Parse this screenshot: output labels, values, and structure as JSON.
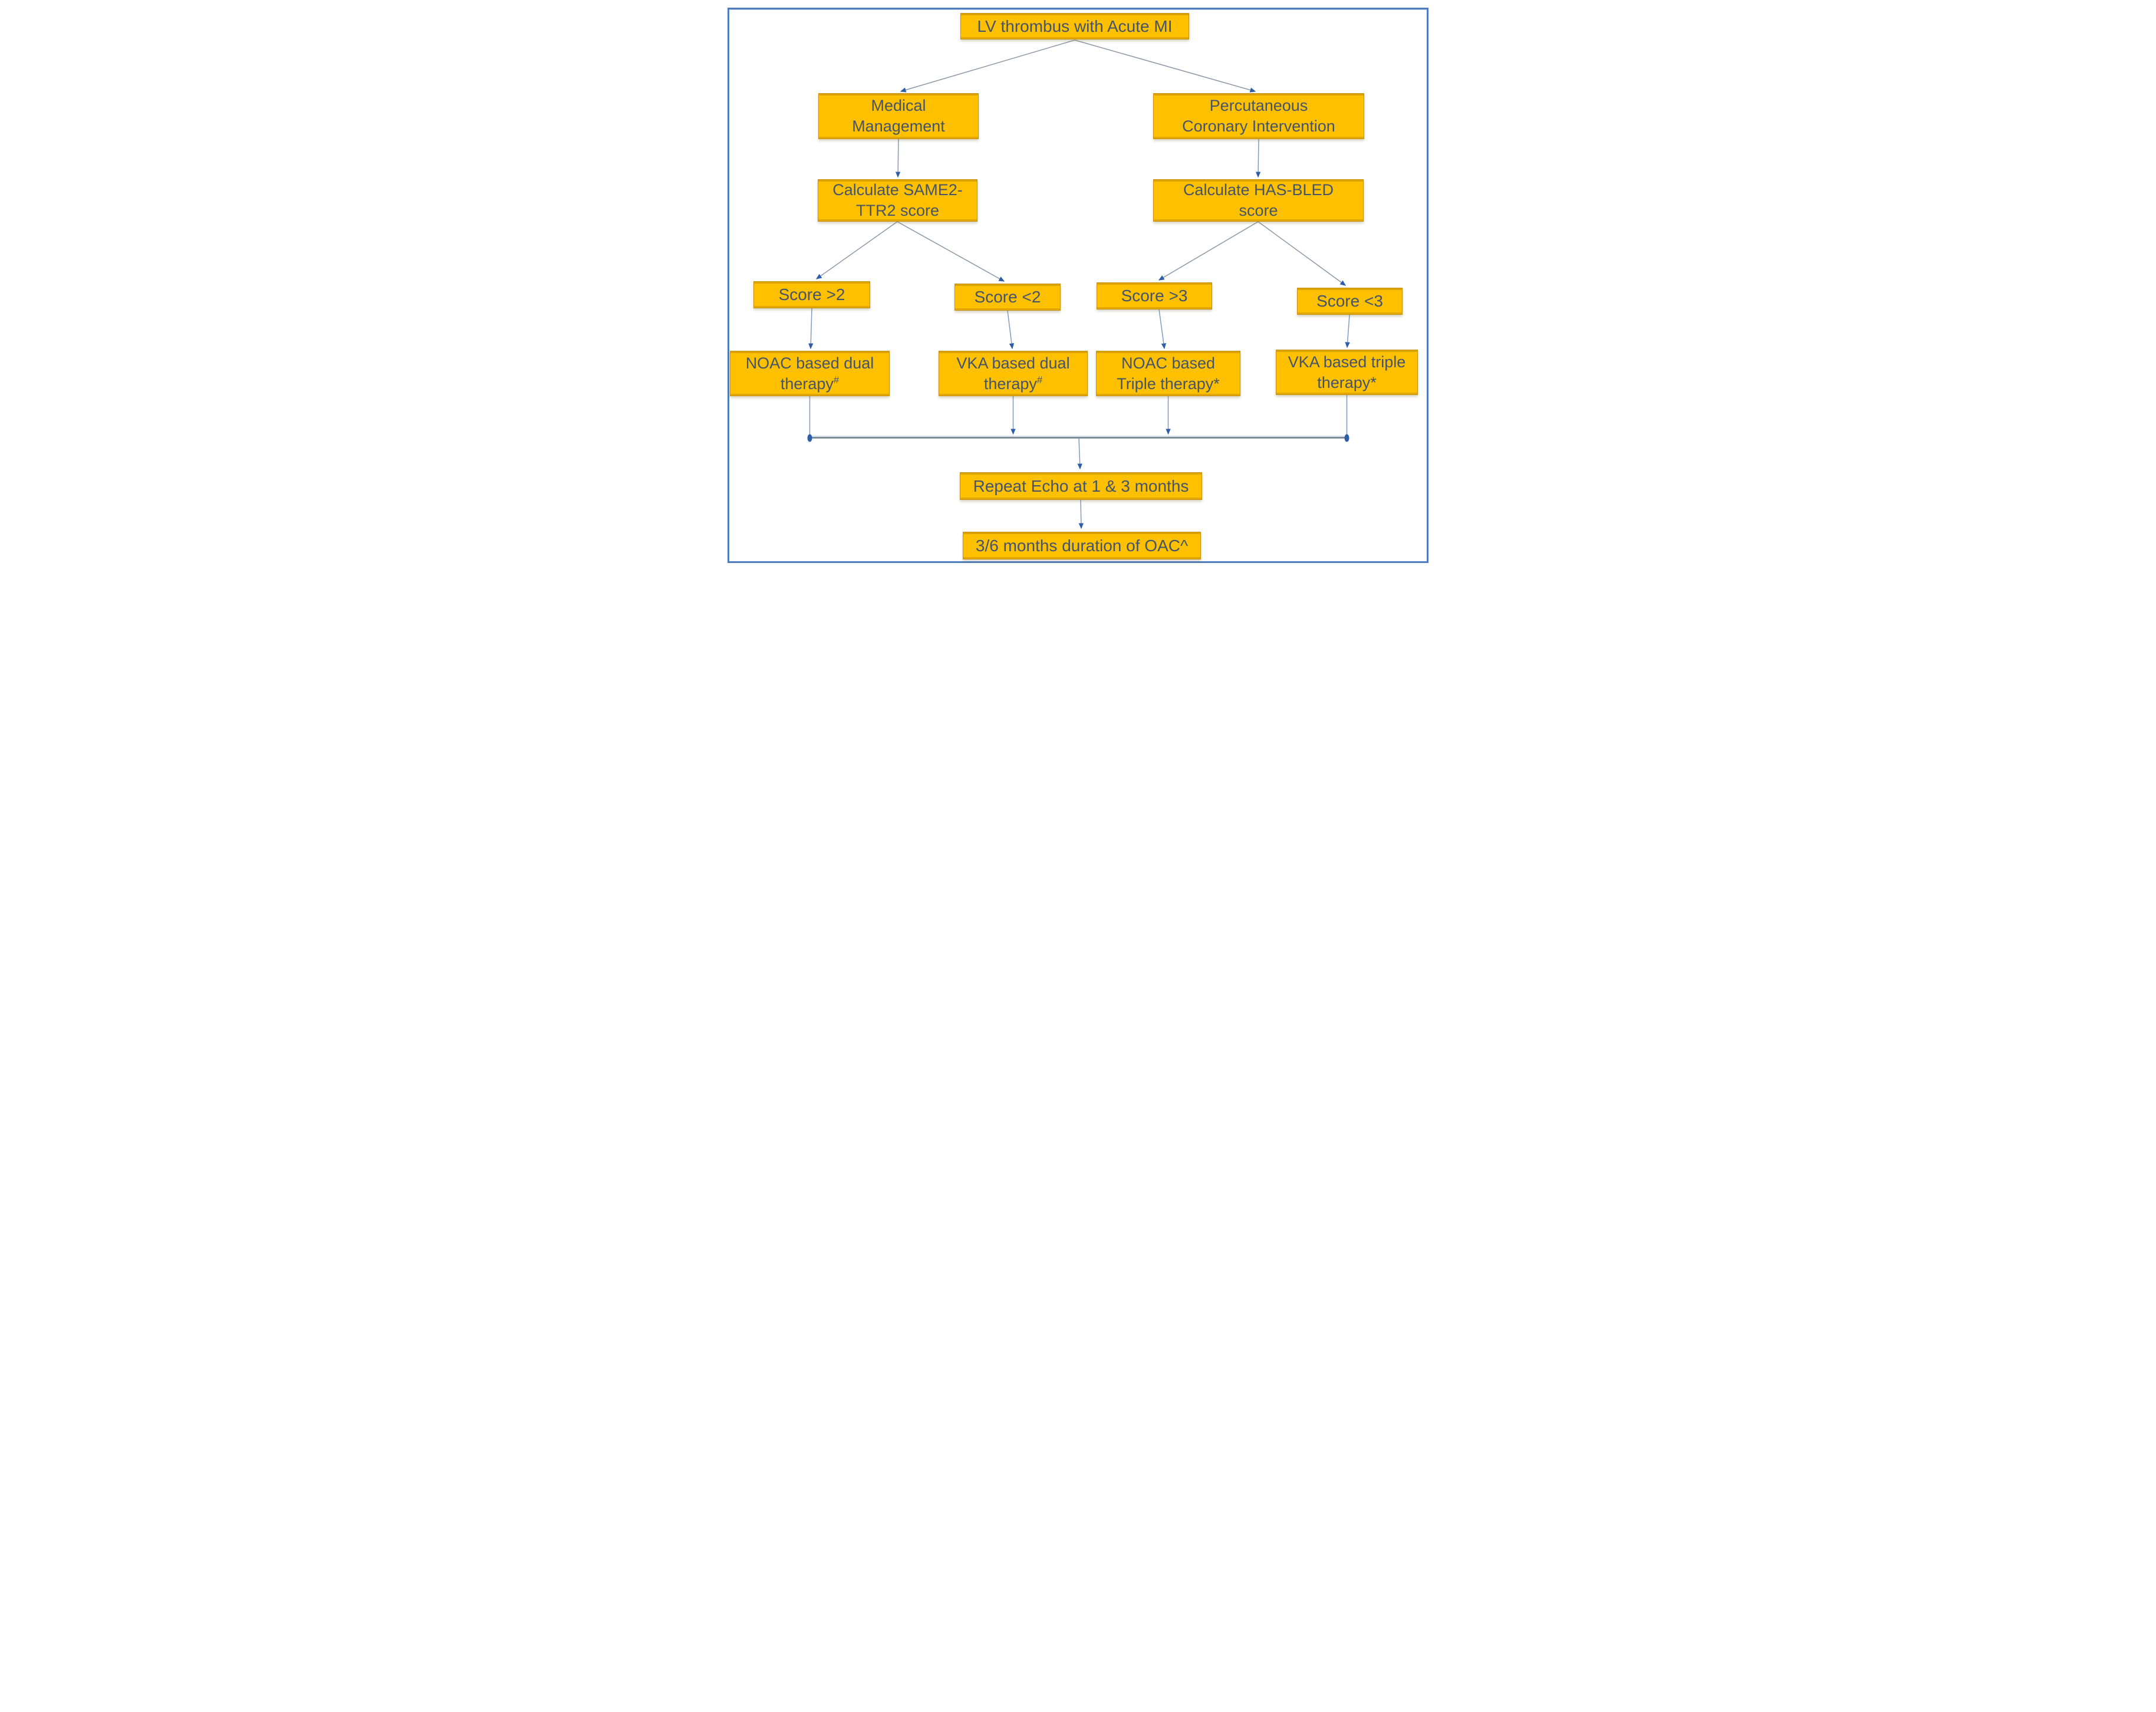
{
  "colors": {
    "box_fill": "#FFC000",
    "box_edge": "#C89010",
    "text": "#44546A",
    "line": "#8A97A5",
    "vline": "#7F9CC0",
    "arrow": "#2E5EA8",
    "frame": "#4D7DBE"
  },
  "nodes": {
    "root": {
      "label": "LV thrombus with Acute MI"
    },
    "medical": {
      "line1": "Medical",
      "line2": "Management"
    },
    "pci": {
      "line1": "Percutaneous",
      "line2": "Coronary Intervention"
    },
    "same2": {
      "line1": "Calculate SAME2-",
      "line2": "TTR2 score"
    },
    "hasbled": {
      "line1": "Calculate HAS-BLED",
      "line2": "score"
    },
    "score_gt2": {
      "label": "Score >2"
    },
    "score_lt2": {
      "label": "Score <2"
    },
    "score_gt3": {
      "label": "Score >3"
    },
    "score_lt3": {
      "label": "Score <3"
    },
    "noac_dual": {
      "line1": "NOAC based dual",
      "line2": "therapy",
      "sup": "#"
    },
    "vka_dual": {
      "line1": "VKA based dual",
      "line2": "therapy",
      "sup": "#"
    },
    "noac_triple": {
      "line1": "NOAC based",
      "line2": "Triple therapy*"
    },
    "vka_triple": {
      "line1": "VKA based triple",
      "line2": "therapy*"
    },
    "echo": {
      "label": "Repeat Echo at 1 & 3 months"
    },
    "oac": {
      "label": "3/6 months duration of OAC^"
    }
  }
}
